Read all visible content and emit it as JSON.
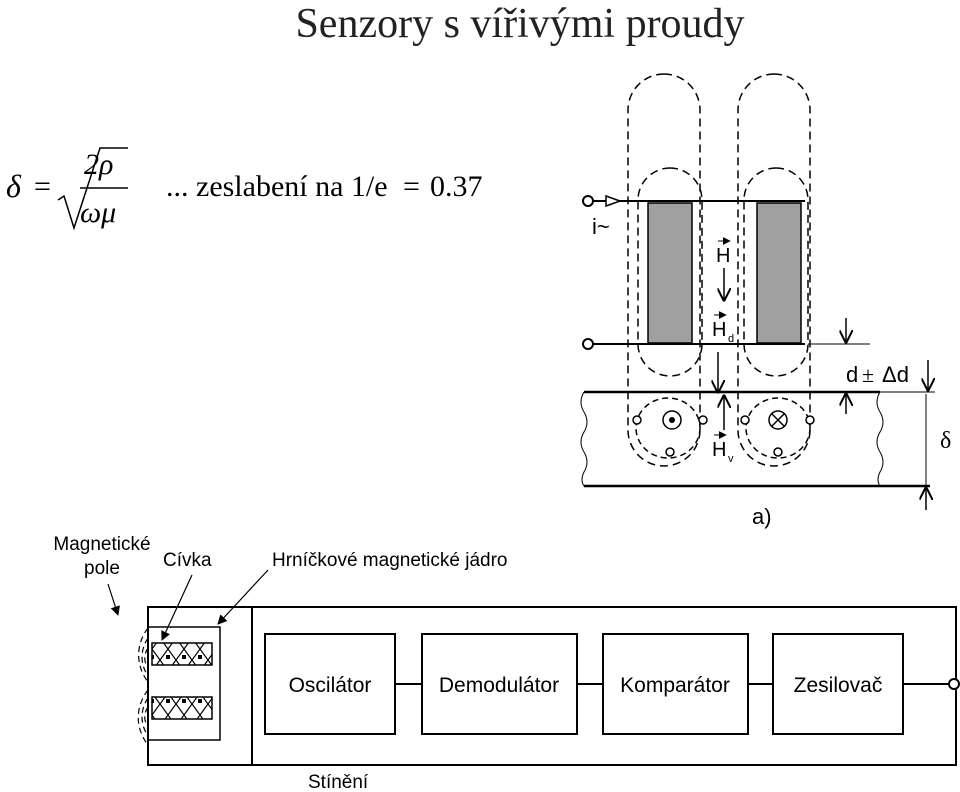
{
  "title": "Senzory s vířivými proudy",
  "formula": {
    "lhs": "δ",
    "equals": "=",
    "numerator": "2ρ",
    "denominator": "ωμ",
    "note": "... zeslabení na 1/e",
    "note_eq": "=",
    "note_value": "0.37"
  },
  "probe_diagram": {
    "current_label": "i~",
    "h_label": "H",
    "hd_label": "H",
    "hd_sub": "d",
    "hv_label": "H",
    "hv_sub": "v",
    "gap_label": "d",
    "pm_symbol": "±",
    "delta_d": "Δd",
    "delta_label": "δ",
    "panel_label": "a)",
    "dot_symbol": "⊙",
    "cross_symbol": "⊗"
  },
  "block_diagram": {
    "magnetic_field_label": [
      "Magnetické",
      "pole"
    ],
    "coil_label": "Cívka",
    "core_label": "Hrníčkové magnetické jádro",
    "blocks": [
      "Oscilátor",
      "Demodulátor",
      "Komparátor",
      "Zesilovač"
    ],
    "shield_label": "Stínění"
  }
}
